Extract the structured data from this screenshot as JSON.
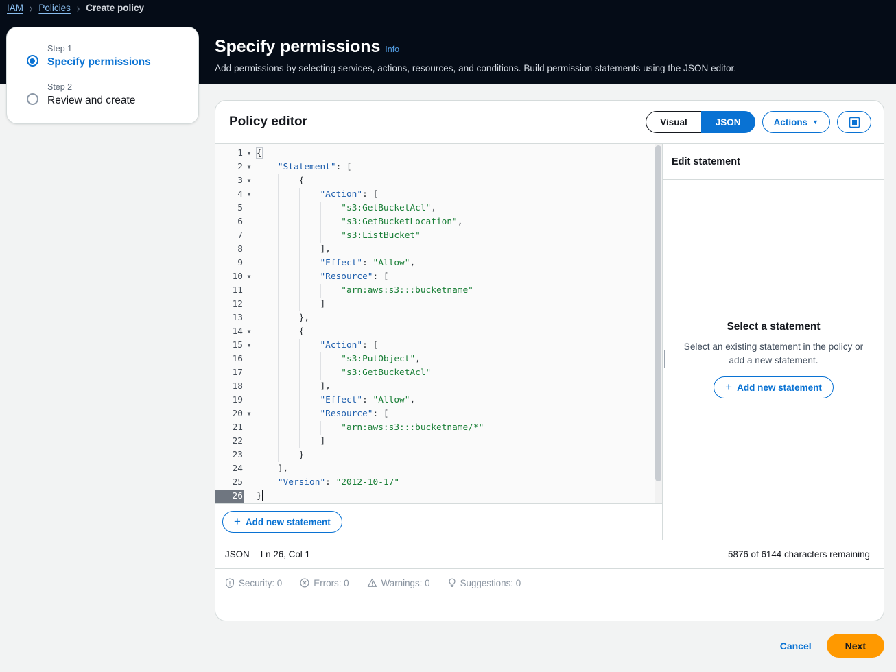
{
  "breadcrumb": {
    "items": [
      {
        "label": "IAM",
        "link": true
      },
      {
        "label": "Policies",
        "link": true
      },
      {
        "label": "Create policy",
        "link": false
      }
    ],
    "separator": "›"
  },
  "stepper": {
    "steps": [
      {
        "step_label": "Step 1",
        "name": "Specify permissions",
        "active": true
      },
      {
        "step_label": "Step 2",
        "name": "Review and create",
        "active": false
      }
    ]
  },
  "page": {
    "title": "Specify permissions",
    "info_label": "Info",
    "subtitle": "Add permissions by selecting services, actions, resources, and conditions. Build permission statements using the JSON editor."
  },
  "editor": {
    "card_title": "Policy editor",
    "segmented": {
      "visual_label": "Visual",
      "json_label": "JSON",
      "selected": "JSON"
    },
    "actions_label": "Actions",
    "actions_caret": "▼",
    "panel_toggle_icon": "panel-toggle-icon",
    "add_statement_label": "Add new statement",
    "plus_glyph": "+"
  },
  "code": {
    "lines": [
      {
        "n": 1,
        "fold": true,
        "indent": 0,
        "text": "{"
      },
      {
        "n": 2,
        "fold": true,
        "indent": 0,
        "text": "    \"Statement\": ["
      },
      {
        "n": 3,
        "fold": true,
        "indent": 1,
        "text": "        {"
      },
      {
        "n": 4,
        "fold": true,
        "indent": 2,
        "text": "            \"Action\": ["
      },
      {
        "n": 5,
        "fold": false,
        "indent": 3,
        "text": "                \"s3:GetBucketAcl\","
      },
      {
        "n": 6,
        "fold": false,
        "indent": 3,
        "text": "                \"s3:GetBucketLocation\","
      },
      {
        "n": 7,
        "fold": false,
        "indent": 3,
        "text": "                \"s3:ListBucket\""
      },
      {
        "n": 8,
        "fold": false,
        "indent": 2,
        "text": "            ],"
      },
      {
        "n": 9,
        "fold": false,
        "indent": 2,
        "text": "            \"Effect\": \"Allow\","
      },
      {
        "n": 10,
        "fold": true,
        "indent": 2,
        "text": "            \"Resource\": ["
      },
      {
        "n": 11,
        "fold": false,
        "indent": 3,
        "text": "                \"arn:aws:s3:::bucketname\""
      },
      {
        "n": 12,
        "fold": false,
        "indent": 2,
        "text": "            ]"
      },
      {
        "n": 13,
        "fold": false,
        "indent": 1,
        "text": "        },"
      },
      {
        "n": 14,
        "fold": true,
        "indent": 1,
        "text": "        {"
      },
      {
        "n": 15,
        "fold": true,
        "indent": 2,
        "text": "            \"Action\": ["
      },
      {
        "n": 16,
        "fold": false,
        "indent": 3,
        "text": "                \"s3:PutObject\","
      },
      {
        "n": 17,
        "fold": false,
        "indent": 3,
        "text": "                \"s3:GetBucketAcl\""
      },
      {
        "n": 18,
        "fold": false,
        "indent": 2,
        "text": "            ],"
      },
      {
        "n": 19,
        "fold": false,
        "indent": 2,
        "text": "            \"Effect\": \"Allow\","
      },
      {
        "n": 20,
        "fold": true,
        "indent": 2,
        "text": "            \"Resource\": ["
      },
      {
        "n": 21,
        "fold": false,
        "indent": 3,
        "text": "                \"arn:aws:s3:::bucketname/*\""
      },
      {
        "n": 22,
        "fold": false,
        "indent": 2,
        "text": "            ]"
      },
      {
        "n": 23,
        "fold": false,
        "indent": 1,
        "text": "        }"
      },
      {
        "n": 24,
        "fold": false,
        "indent": 0,
        "text": "    ],"
      },
      {
        "n": 25,
        "fold": false,
        "indent": 0,
        "text": "    \"Version\": \"2012-10-17\""
      },
      {
        "n": 26,
        "fold": false,
        "indent": 0,
        "text": "}",
        "active": true
      }
    ],
    "fold_glyph": "▼"
  },
  "side_panel": {
    "header": "Edit statement",
    "empty_title": "Select a statement",
    "empty_text": "Select an existing statement in the policy or add a new statement.",
    "add_statement_label": "Add new statement"
  },
  "status": {
    "language": "JSON",
    "cursor": "Ln 26, Col 1",
    "characters": "5876 of 6144 characters remaining"
  },
  "lint": {
    "items": [
      {
        "icon": "shield-icon",
        "label": "Security: 0"
      },
      {
        "icon": "error-circle-icon",
        "label": "Errors: 0"
      },
      {
        "icon": "warning-triangle-icon",
        "label": "Warnings: 0"
      },
      {
        "icon": "lightbulb-icon",
        "label": "Suggestions: 0"
      }
    ]
  },
  "footer": {
    "cancel_label": "Cancel",
    "next_label": "Next"
  },
  "colors": {
    "header_bg": "#050c17",
    "accent_blue": "#0972d3",
    "primary_orange": "#ff9900",
    "json_key": "#1f5fad",
    "json_string": "#1a7f37",
    "link_light": "#89bdee"
  }
}
